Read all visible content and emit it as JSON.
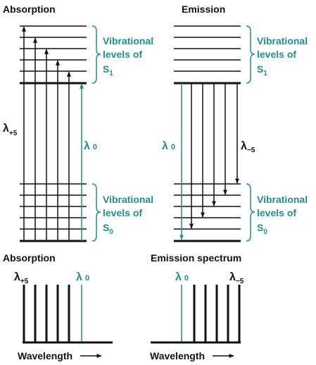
{
  "colors": {
    "ink": "#111111",
    "teal": "#1f8f8c"
  },
  "top": {
    "absorption_title": "Absorption",
    "emission_title": "Emission",
    "vib_s1": {
      "line1": "Vibrational",
      "line2": "levels of",
      "letter": "S",
      "sub": "1"
    },
    "vib_s0": {
      "line1": "Vibrational",
      "line2": "levels of",
      "letter": "S",
      "sub": "0"
    },
    "abs_long_label": {
      "lambda": "λ",
      "sub": "+5"
    },
    "abs_zero_label": {
      "lambda": "λ",
      "sub": "0"
    },
    "em_zero_label": {
      "lambda": "λ",
      "sub": "0"
    },
    "em_long_label": {
      "lambda": "λ",
      "sub": "−5"
    }
  },
  "bottom": {
    "absorption_title": "Absorption",
    "emission_title": "Emission spectrum",
    "abs_left_label": {
      "lambda": "λ",
      "sub": "+5"
    },
    "abs_right_label": {
      "lambda": "λ",
      "sub": "0"
    },
    "em_left_label": {
      "lambda": "λ",
      "sub": "0"
    },
    "em_right_label": {
      "lambda": "λ",
      "sub": "−5"
    },
    "wavelength_left": "Wavelength",
    "wavelength_right": "Wavelength"
  }
}
